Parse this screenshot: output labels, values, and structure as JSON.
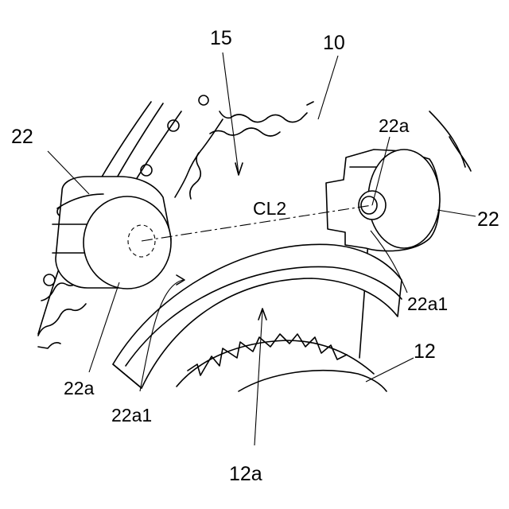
{
  "labels": {
    "l10": "10",
    "l15": "15",
    "l22_left": "22",
    "l22_right": "22",
    "l22a_top": "22a",
    "l22a_left": "22a",
    "l22a1_right": "22a1",
    "l22a1_bottom": "22a1",
    "l12": "12",
    "l12a": "12a",
    "cl2": "CL2"
  }
}
